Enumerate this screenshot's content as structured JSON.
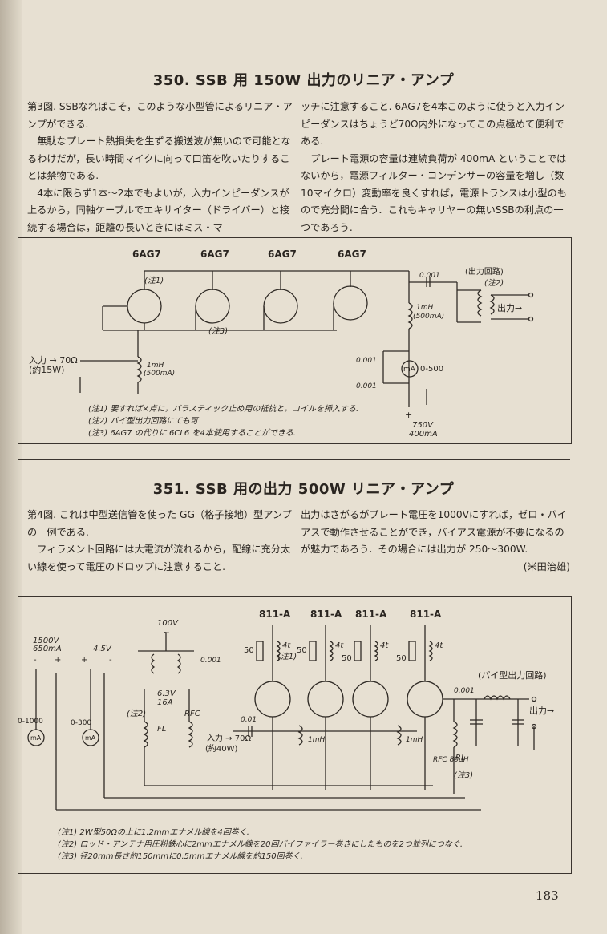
{
  "section1": {
    "title": "350. SSB 用 150W 出力のリニア・アンプ",
    "col_left": [
      "第3図. SSBなればこそ，このような小型管によるリニア・アンプができる.",
      "無駄なプレート熱損失を生ずる搬送波が無いので可能となるわけだが，長い時間マイクに向って口笛を吹いたりすることは禁物である.",
      "4本に限らず1本〜2本でもよいが，入力インピーダンスが上るから，同軸ケーブルでエキサイター（ドライバー）と接続する場合は，距離の長いときにはミス・マ"
    ],
    "col_right": [
      "ッチに注意すること. 6AG7を4本このように使うと入力インピーダンスはちょうど70Ω内外になってこの点極めて便利である.",
      "プレート電源の容量は連続負荷が 400mA ということではないから，電源フィルター・コンデンサーの容量を増し（数10マイクロ）変動率を良くすれば，電源トランスは小型のもので充分間に合う．これもキャリヤーの無いSSBの利点の一つであろう."
    ],
    "diagram": {
      "tube_labels": [
        "6AG7",
        "6AG7",
        "6AG7",
        "6AG7"
      ],
      "note1_mark": "(注1)",
      "note3_mark": "(注3)",
      "cap_001": "0.001",
      "output_circuit": "(出力回路)",
      "note2_mark": "(注2)",
      "output_label": "出力→",
      "rfc_l1": "1mH",
      "rfc_l2": "(500mA)",
      "input_label": "入力 → 70Ω",
      "input_watts": "(約15W)",
      "cap_a": "0.001",
      "cap_b": "0.001",
      "meter_label": "mA",
      "meter_range": "0-500",
      "plus": "+",
      "supply1": "750V",
      "supply2": "400mA",
      "notes": [
        "(注1) 要すれば×点に，パラスティック止め用の抵抗と，コイルを挿入する.",
        "(注2) パイ型出力回路にても可",
        "(注3) 6AG7 の代りに 6CL6 を4本使用することができる."
      ]
    }
  },
  "section2": {
    "title": "351. SSB 用の出力 500W リニア・アンプ",
    "col_left": [
      "第4図. これは中型送信管を使った GG（格子接地）型アンプの一例である.",
      "フィラメント回路には大電流が流れるから，配線に充分太い線を使って電圧のドロップに注意すること."
    ],
    "col_right": [
      "出力はさがるがプレート電圧を1000Vにすれば，ゼロ・バイアスで動作させることができ，バイアス電源が不要になるのが魅力であろう．その場合には出力が 250〜300W."
    ],
    "author": "(米田治雄)",
    "diagram": {
      "tube_labels": [
        "811-A",
        "811-A",
        "811-A",
        "811-A"
      ],
      "supply_hv1": "1500V",
      "supply_hv2": "650mA",
      "bias": "4.5V",
      "ac": "100V",
      "tilde": "~",
      "heater1": "6.3V",
      "heater2": "16A",
      "cap_001": "0.001",
      "cap_01": "0.01",
      "meter_range1": "0-1000",
      "meter_range2": "0-300",
      "meter_label": "mA",
      "fl": "FL",
      "rfc": "RFC",
      "note2_mark": "(注2)",
      "input_label": "入力 → 70Ω",
      "input_watts": "(約40W)",
      "ohm50": "50",
      "turns": "4t",
      "note1_mark": "(注1)",
      "mh": "1mH",
      "rfc80": "RFC 80μH",
      "rl": "RL",
      "note3_mark": "(注3)",
      "pi_out": "(パイ型出力回路)",
      "output_label": "出力→",
      "plus": "+",
      "minus": "-",
      "notes": [
        "(注1) 2W型50Ωの上に1.2mmエナメル線を4回巻く.",
        "(注2) ロッド・アンテナ用圧粉鉄心に2mmエナメル線を20回バイファイラー巻きにしたものを2つ並列につなぐ.",
        "(注3) 径20mm長さ約150mmに0.5mmエナメル線を約150回巻く."
      ]
    }
  },
  "page_number": "183"
}
